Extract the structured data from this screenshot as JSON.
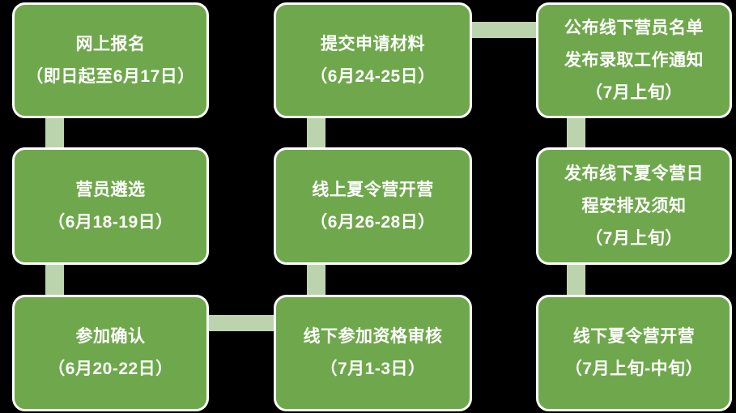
{
  "diagram": {
    "background_color": "#000000",
    "box_fill_color": "#6FA84C",
    "box_border_color": "#FFFFFF",
    "connector_color": "#BCD4AE",
    "text_color": "#FFFFFF"
  },
  "boxes": [
    {
      "name": "online-registration",
      "lines": [
        "网上报名",
        "（即日起至6月17日）"
      ]
    },
    {
      "name": "camper-selection",
      "lines": [
        "营员遴选",
        "（6月18-19日）"
      ]
    },
    {
      "name": "participation-confirmation",
      "lines": [
        "参加确认",
        "（6月20-22日）"
      ]
    },
    {
      "name": "submit-application-materials",
      "lines": [
        "提交申请材料",
        "（6月24-25日）"
      ]
    },
    {
      "name": "online-camp-opening",
      "lines": [
        "线上夏令营开营",
        "（6月26-28日）"
      ]
    },
    {
      "name": "offline-qualification-review",
      "lines": [
        "线下参加资格审核",
        "（7月1-3日）"
      ]
    },
    {
      "name": "announce-offline-camper-list",
      "lines": [
        "公布线下营员名单",
        "发布录取工作通知",
        "（7月上旬）"
      ]
    },
    {
      "name": "publish-offline-camp-schedule",
      "lines": [
        "发布线下夏令营日",
        "程安排及须知",
        "（7月上旬）"
      ]
    },
    {
      "name": "offline-camp-opening",
      "lines": [
        "线下夏令营开营",
        "（7月上旬-中旬）"
      ]
    }
  ]
}
